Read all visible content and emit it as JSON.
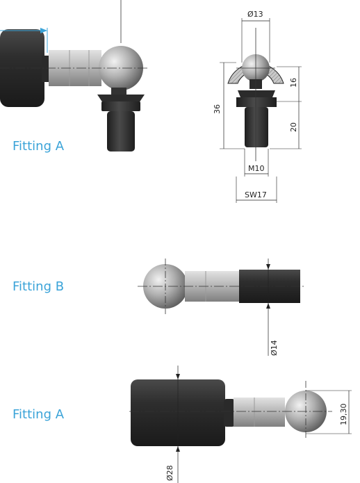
{
  "labels": {
    "fitting_top": "Fitting A",
    "fitting_middle": "Fitting B",
    "fitting_bottom": "Fitting A"
  },
  "dimensions": {
    "ball_diameter": "Ø13",
    "height_total": "36",
    "height_upper": "16",
    "height_lower": "20",
    "thread": "M10",
    "wrench": "SW17",
    "rod_diameter_b": "Ø14",
    "ball_height": "19,30",
    "body_diameter": "Ø28"
  },
  "colors": {
    "label": "#3aa3d8",
    "dark_part": "#2b2b2b",
    "metal": "#b8b8b8",
    "line": "#222222"
  }
}
